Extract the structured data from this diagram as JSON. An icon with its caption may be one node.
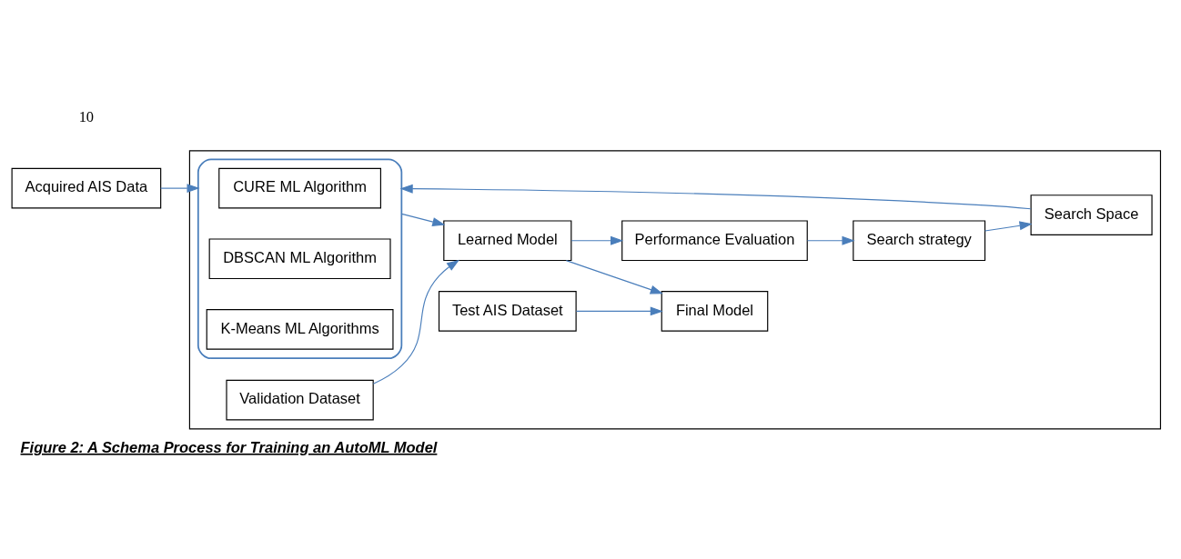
{
  "diagram": {
    "caption": "Figure 2: A Schema Process for Training an AutoML Model",
    "nodes": [
      {
        "text": [],
        "shape": "box"
      },
      {
        "text": [
          "Acquired AIS Data"
        ]
      },
      {
        "text": [],
        "shape": "bracket",
        "in": 0
      },
      {
        "text": [
          "CURE ML Algorithm"
        ],
        "in": 2
      },
      {
        "text": [
          "DBSCAN ML Algorithm"
        ],
        "in": 2
      },
      {
        "text": [
          "K-Means ML Algorithms"
        ],
        "in": 2
      },
      {
        "text": [
          "Search Space"
        ],
        "in": 0
      },
      {
        "text": [
          "Search strategy"
        ],
        "in": 0
      },
      {
        "text": [
          "Performance Evaluation"
        ],
        "in": 0
      },
      {
        "text": [
          "Learned Model"
        ],
        "in": 0
      },
      {
        "text": [
          "Validation Dataset"
        ],
        "in": 0
      },
      {
        "text": [
          "Test AIS Dataset"
        ],
        "in": 0
      },
      {
        "text": [
          "Final Model"
        ],
        "in": 0
      }
    ],
    "edges": [
      {
        "from": 1,
        "to": 2,
        "arrow": "to"
      },
      {
        "from": 7,
        "to": 6,
        "arrow": "to"
      },
      {
        "from": 8,
        "to": 7,
        "arrow": "to"
      },
      {
        "from": 6,
        "to": 2,
        "arrow": "to"
      },
      {
        "from": 2,
        "to": 9,
        "arrow": "to"
      },
      {
        "from": 9,
        "to": 8,
        "arrow": "to"
      },
      {
        "from": 10,
        "to": 9,
        "arrow": "to"
      },
      {
        "from": 9,
        "to": 12,
        "arrow": "to"
      },
      {
        "from": 11,
        "to": 12,
        "arrow": "to"
      }
    ],
    "labels": [
      "10"
    ]
  }
}
